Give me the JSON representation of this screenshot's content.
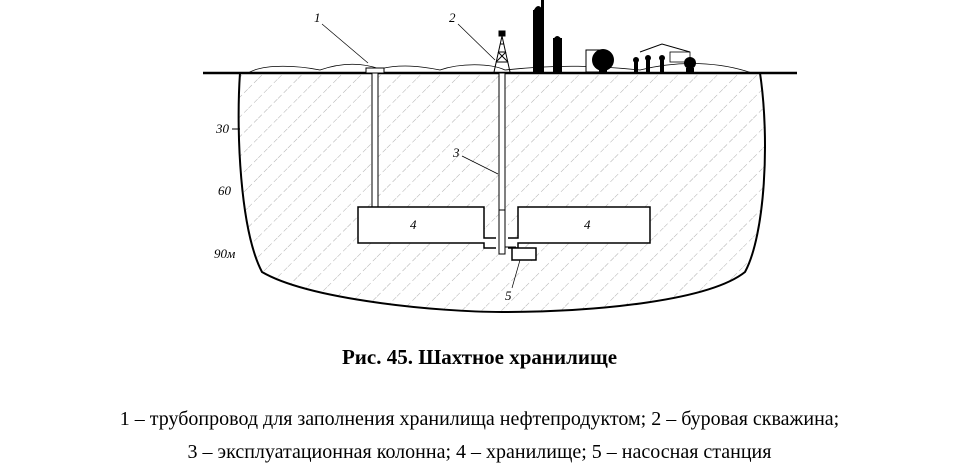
{
  "figure": {
    "callouts": {
      "pipeline": "1",
      "drilling_well": "2",
      "production_column": "3",
      "storage": "4",
      "pump_station": "5"
    },
    "depth_marks": [
      "30",
      "60",
      "90м"
    ]
  },
  "caption": "Рис. 45. Шахтное хранилище",
  "legend": {
    "line1": "1 – трубопровод для заполнения хранилища нефтепродуктом; 2 – буровая скважина;",
    "line2": "3 – эксплуатационная колонна; 4 – хранилище; 5 – насосная станция"
  }
}
